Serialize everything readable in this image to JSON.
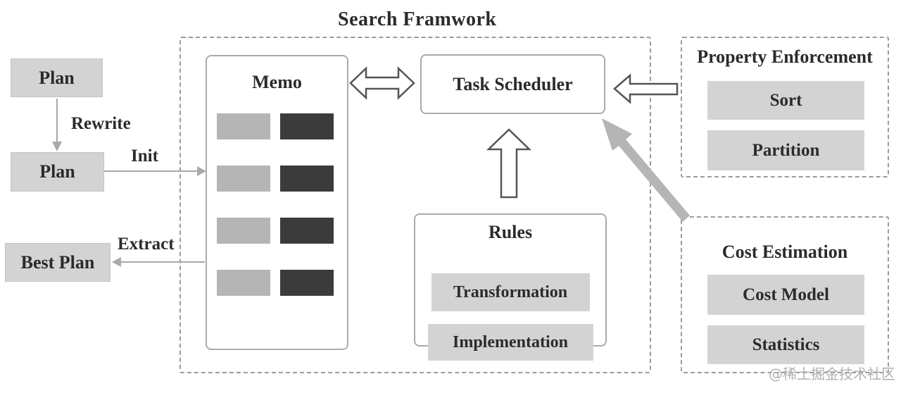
{
  "title": "Search Framwork",
  "watermark": "@稀土掘金技术社区",
  "left_flow": {
    "plan_top": "Plan",
    "plan_mid": "Plan",
    "best_plan": "Best Plan",
    "rewrite_label": "Rewrite",
    "init_label": "Init",
    "extract_label": "Extract"
  },
  "memo": {
    "title": "Memo",
    "rows": 4
  },
  "task_scheduler": {
    "label": "Task Scheduler"
  },
  "rules": {
    "title": "Rules",
    "items": [
      "Transformation",
      "Implementation"
    ]
  },
  "property_enforcement": {
    "title": "Property Enforcement",
    "items": [
      "Sort",
      "Partition"
    ]
  },
  "cost_estimation": {
    "title": "Cost Estimation",
    "items": [
      "Cost Model",
      "Statistics"
    ]
  },
  "colors": {
    "box_fill": "#d3d3d3",
    "memo_light": "#b5b5b5",
    "memo_dark": "#3b3b3b",
    "line_gray": "#9c9c9c",
    "arrow_gray": "#a9a9a9",
    "big_arrow_gray": "#b5b5b5",
    "outline_arrow_stroke": "#555555",
    "text_color": "#2b2b2b",
    "watermark_color": "#b0b0b0"
  }
}
